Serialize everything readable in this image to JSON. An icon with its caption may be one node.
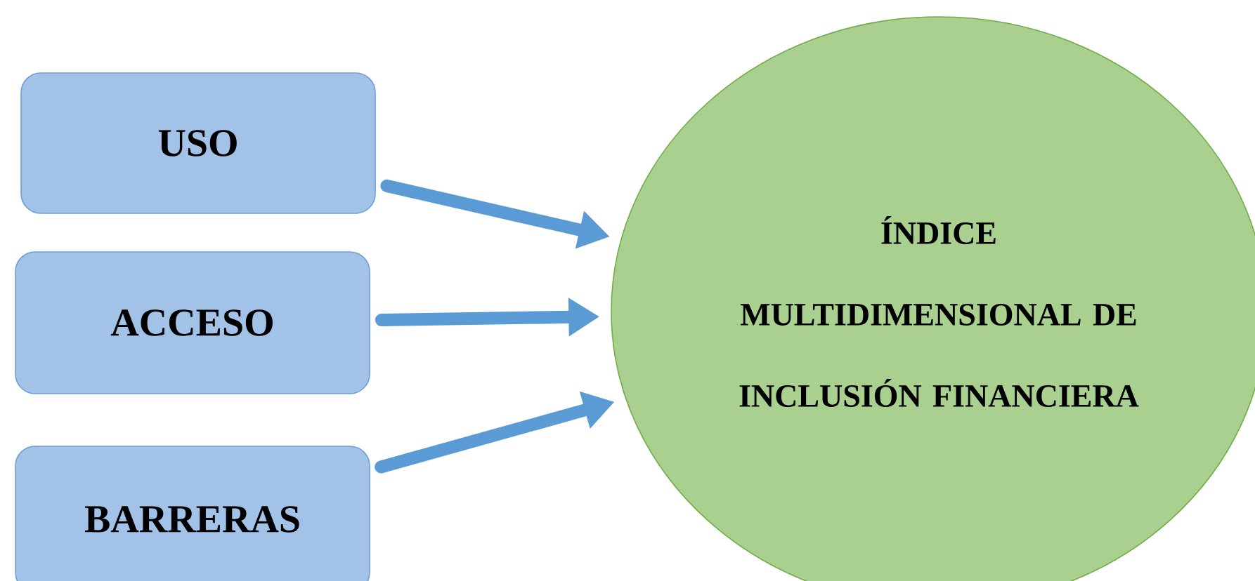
{
  "diagram": {
    "nodes": [
      {
        "text": [
          "USO"
        ]
      },
      {
        "text": [
          "ACCESO"
        ]
      },
      {
        "text": [
          "BARRERAS"
        ]
      },
      {
        "text": [
          "ÍNDICE MULTIDIMENSIONAL DE INCLUSIÓN FINANCIERA"
        ]
      }
    ],
    "edges": [
      {
        "from": 0,
        "to": 3,
        "arrow": "to"
      },
      {
        "from": 1,
        "to": 3,
        "arrow": "to"
      },
      {
        "from": 2,
        "to": 3,
        "arrow": "to"
      }
    ]
  }
}
